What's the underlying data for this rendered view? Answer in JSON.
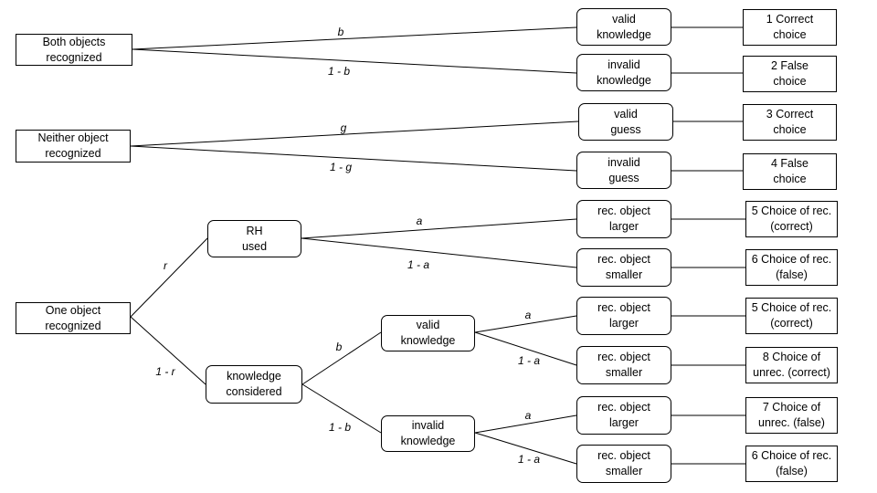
{
  "roots": {
    "both": "Both objects\nrecognized",
    "neither": "Neither object\nrecognized",
    "one": "One object\nrecognized"
  },
  "middle": {
    "rh_used": "RH\nused",
    "knowledge_considered": "knowledge\nconsidered",
    "valid_knowledge": "valid\nknowledge",
    "invalid_knowledge": "invalid\nknowledge"
  },
  "third": {
    "valid_knowledge_1": "valid\nknowledge",
    "invalid_knowledge_1": "invalid\nknowledge",
    "valid_guess": "valid\nguess",
    "invalid_guess": "invalid\nguess",
    "rec_larger_1": "rec. object\nlarger",
    "rec_smaller_1": "rec. object\nsmaller",
    "rec_larger_2": "rec. object\nlarger",
    "rec_smaller_2": "rec. object\nsmaller",
    "rec_larger_3": "rec. object\nlarger",
    "rec_smaller_3": "rec. object\nsmaller"
  },
  "outcomes": {
    "o1": "1 Correct\nchoice",
    "o2": "2 False\nchoice",
    "o3": "3 Correct\nchoice",
    "o4": "4 False\nchoice",
    "o5a": "5 Choice of rec.\n(correct)",
    "o6a": "6 Choice of rec.\n(false)",
    "o5b": "5 Choice of rec.\n(correct)",
    "o8": "8 Choice of\nunrec. (correct)",
    "o7": "7 Choice of\nunrec. (false)",
    "o6b": "6 Choice of rec.\n(false)"
  },
  "edge_labels": {
    "b1": "b",
    "nb1": "1 - b",
    "g": "g",
    "ng": "1 - g",
    "r": "r",
    "nr": "1 - r",
    "a1": "a",
    "na1": "1 - a",
    "b2": "b",
    "nb2": "1 - b",
    "a2": "a",
    "na2": "1 - a",
    "a3": "a",
    "na3": "1 - a"
  }
}
